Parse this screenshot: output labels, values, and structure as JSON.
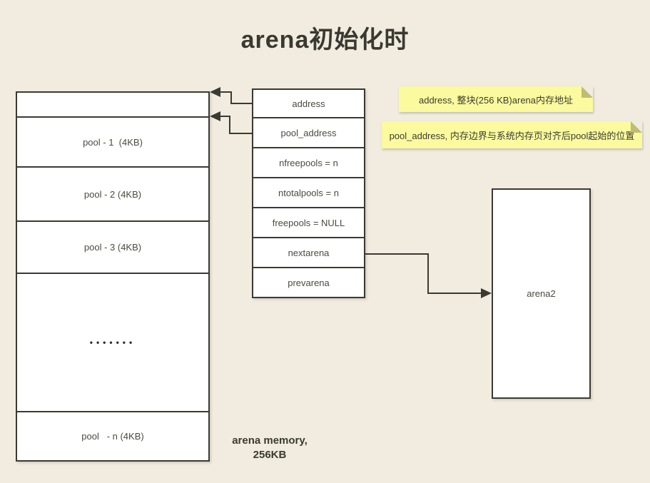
{
  "title": "arena初始化时",
  "colors": {
    "background": "#f1ecdf",
    "box_background": "#ffffff",
    "line": "#3a3a34",
    "note_background": "#fbfa9e",
    "note_fold": "#bebd72",
    "text": "#4a4a42"
  },
  "memory_box": {
    "rows": [
      {
        "label": ""
      },
      {
        "label": "pool - 1  (4KB)"
      },
      {
        "label": "pool - 2 (4KB)"
      },
      {
        "label": "pool - 3 (4KB)"
      },
      {
        "label": "•••••••"
      },
      {
        "label": "pool   - n (4KB)"
      }
    ],
    "caption_line1": "arena memory,",
    "caption_line2": "256KB"
  },
  "struct_box": {
    "fields": [
      "address",
      "pool_address",
      "nfreepools = n",
      "ntotalpools = n",
      "freepools = NULL",
      "nextarena",
      "prevarena"
    ]
  },
  "arena2_box": {
    "label": "arena2"
  },
  "notes": [
    {
      "text": "address, 整块(256 KB)arena内存地址"
    },
    {
      "text": "pool_address, 内存边界与系统内存页对齐后pool起始的位置"
    }
  ]
}
